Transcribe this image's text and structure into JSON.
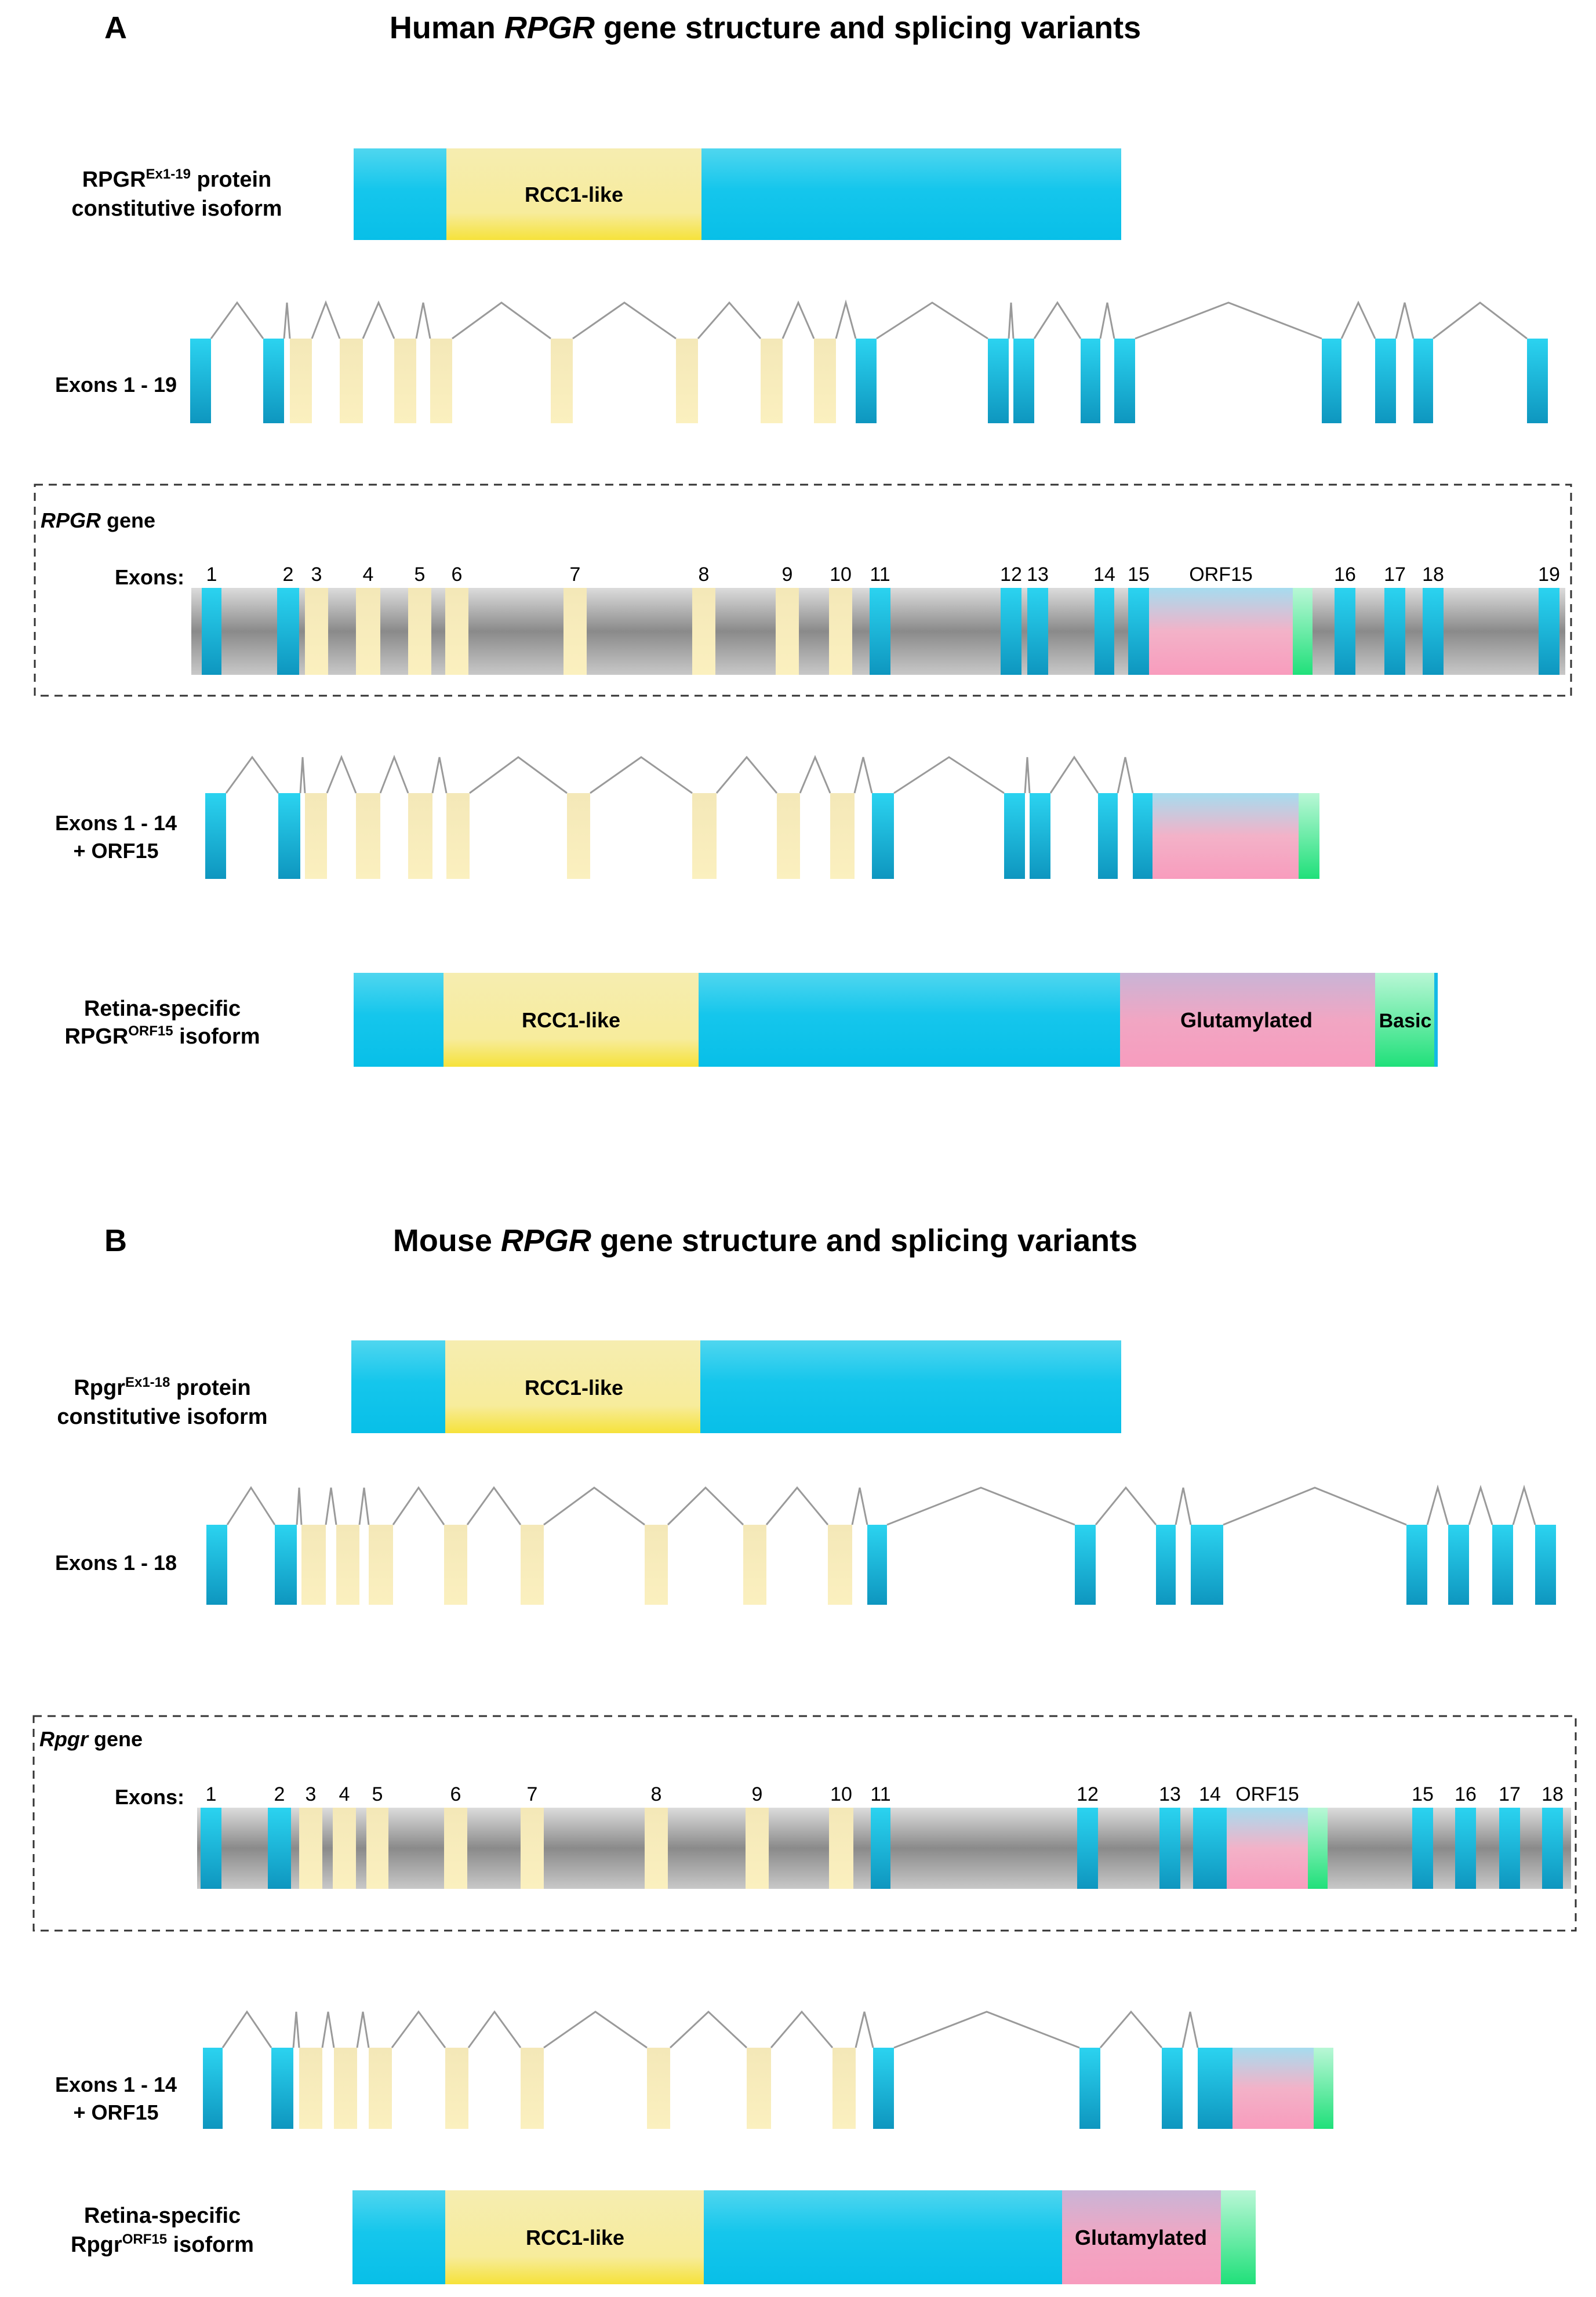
{
  "panels": [
    {
      "letter": "A",
      "title_pre": "Human ",
      "title_it": "RPGR",
      "title_post": " gene structure and splicing variants",
      "constitutive": {
        "label1_main": "RPGR",
        "label1_sup": "Ex1-19",
        "label1_rest": " protein",
        "label2": "constitutive isoform",
        "rcc1": "RCC1-like"
      },
      "constitutive_exons": {
        "label": "Exons 1 - 19",
        "types": [
          "b",
          "b",
          "y",
          "y",
          "y",
          "y",
          "y",
          "y",
          "y",
          "y",
          "b",
          "b",
          "b",
          "b",
          "b",
          "b",
          "b",
          "b",
          "b"
        ]
      },
      "gene": {
        "name_it": "RPGR",
        "name_rest": " gene",
        "exons_label": "Exons:",
        "exon_numbers": [
          "1",
          "2",
          "3",
          "4",
          "5",
          "6",
          "7",
          "8",
          "9",
          "10",
          "11",
          "12",
          "13",
          "14",
          "15",
          "16",
          "17",
          "18",
          "19"
        ],
        "exon_types": [
          "b",
          "b",
          "y",
          "y",
          "y",
          "y",
          "y",
          "y",
          "y",
          "y",
          "b",
          "b",
          "b",
          "b",
          "b",
          "b",
          "b",
          "b",
          "b"
        ],
        "orf15_label": "ORF15"
      },
      "retina_exons": {
        "label1": "Exons 1 - 14",
        "label2": "+ ORF15"
      },
      "retina": {
        "label1": "Retina-specific",
        "label2_main": "RPGR",
        "label2_sup": "ORF15",
        "label2_rest": " isoform",
        "rcc1": "RCC1-like",
        "glut": "Glutamylated",
        "basic": "Basic"
      }
    },
    {
      "letter": "B",
      "title_pre": "Mouse ",
      "title_it": "RPGR",
      "title_post": " gene structure and splicing variants",
      "constitutive": {
        "label1_main": "Rpgr",
        "label1_sup": "Ex1-18",
        "label1_rest": " protein",
        "label2": "constitutive isoform",
        "rcc1": "RCC1-like"
      },
      "constitutive_exons": {
        "label": "Exons 1 - 18",
        "types": [
          "b",
          "b",
          "y",
          "y",
          "y",
          "y",
          "y",
          "y",
          "y",
          "y",
          "b",
          "b",
          "b",
          "b",
          "b",
          "b",
          "b",
          "b"
        ]
      },
      "gene": {
        "name_it": "Rpgr",
        "name_rest": " gene",
        "exons_label": "Exons:",
        "exon_numbers": [
          "1",
          "2",
          "3",
          "4",
          "5",
          "6",
          "7",
          "8",
          "9",
          "10",
          "11",
          "12",
          "13",
          "14",
          "15",
          "16",
          "17",
          "18"
        ],
        "exon_types": [
          "b",
          "b",
          "y",
          "y",
          "y",
          "y",
          "y",
          "y",
          "y",
          "y",
          "b",
          "b",
          "b",
          "b",
          "b",
          "b",
          "b",
          "b"
        ],
        "orf15_label": "ORF15"
      },
      "retina_exons": {
        "label1": "Exons 1 - 14",
        "label2": "+ ORF15"
      },
      "retina": {
        "label1": "Retina-specific",
        "label2_main": "Rpgr",
        "label2_sup": "ORF15",
        "label2_rest": " isoform",
        "rcc1": "RCC1-like",
        "glut": "Glutamylated",
        "basic": ""
      }
    }
  ],
  "colors": {
    "exon_blue": "#1cc3e3",
    "exon_yellow": "#f8eaa6",
    "orf15_pink": "#f7a9c4",
    "orf15_lightblue": "#a8dcef",
    "basic_green": "#3fe98c",
    "intron_gray": "#9a9a9a",
    "protein_blue": "#14c2ea",
    "rcc1_yellow": "#f7ec9a"
  }
}
